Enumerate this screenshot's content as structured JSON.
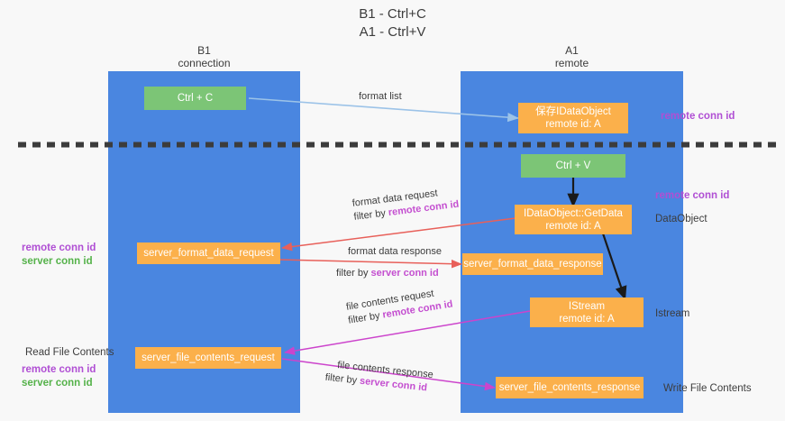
{
  "title": {
    "line1": "B1 - Ctrl+C",
    "line2": "A1 - Ctrl+V"
  },
  "columns": [
    {
      "name": "B1",
      "role": "connection"
    },
    {
      "name": "A1",
      "role": "remote"
    }
  ],
  "colors": {
    "lane": "#4a86e0",
    "green_box": "#7cc576",
    "orange_box": "#fbb04b",
    "remote_conn_id": "#b04fd4",
    "server_conn_id": "#55b24a",
    "arrow_blue": "#9cc3e8",
    "arrow_red": "#e8605a",
    "arrow_magenta": "#cc44cc",
    "arrow_black": "#1a1a1a",
    "divider": "#3c3c3c",
    "background": "#f8f8f8"
  },
  "nodes": {
    "ctrl_c": "Ctrl + C",
    "ctrl_v": "Ctrl + V",
    "save_idataobject_title": "保存IDataObject",
    "save_idataobject_sub": "remote id: A",
    "getdata_title": "IDataObject::GetData",
    "getdata_sub": "remote id: A",
    "istream_title": "IStream",
    "istream_sub": "remote id: A",
    "server_format_data_request": "server_format_data_request",
    "server_format_data_response": "server_format_data_response",
    "server_file_contents_request": "server_file_contents_request",
    "server_file_contents_response": "server_file_contents_response"
  },
  "right_labels": {
    "remote_conn_id_top": "remote conn id",
    "remote_conn_id_mid": "remote conn id",
    "data_object": "DataObject",
    "istream": "Istream",
    "write_file_contents": "Write File Contents"
  },
  "left_labels": {
    "remote_conn_id_mid": "remote conn id",
    "server_conn_id_mid": "server conn id",
    "read_file_contents": "Read File Contents",
    "remote_conn_id_bottom": "remote conn id",
    "server_conn_id_bottom": "server conn id"
  },
  "edge_labels": {
    "format_list": "format list",
    "format_data_request": "format data request",
    "format_data_request_filter_prefix": "filter by ",
    "format_data_request_filter_key": "remote conn id",
    "format_data_response": "format data response",
    "format_data_response_filter_prefix": "filter by ",
    "format_data_response_filter_key": "server conn id",
    "file_contents_request": "file contents request",
    "file_contents_request_filter_prefix": "filter by ",
    "file_contents_request_filter_key": "remote conn id",
    "file_contents_response": "file contents response",
    "file_contents_response_filter_prefix": "filter by ",
    "file_contents_response_filter_key": "server conn id"
  }
}
